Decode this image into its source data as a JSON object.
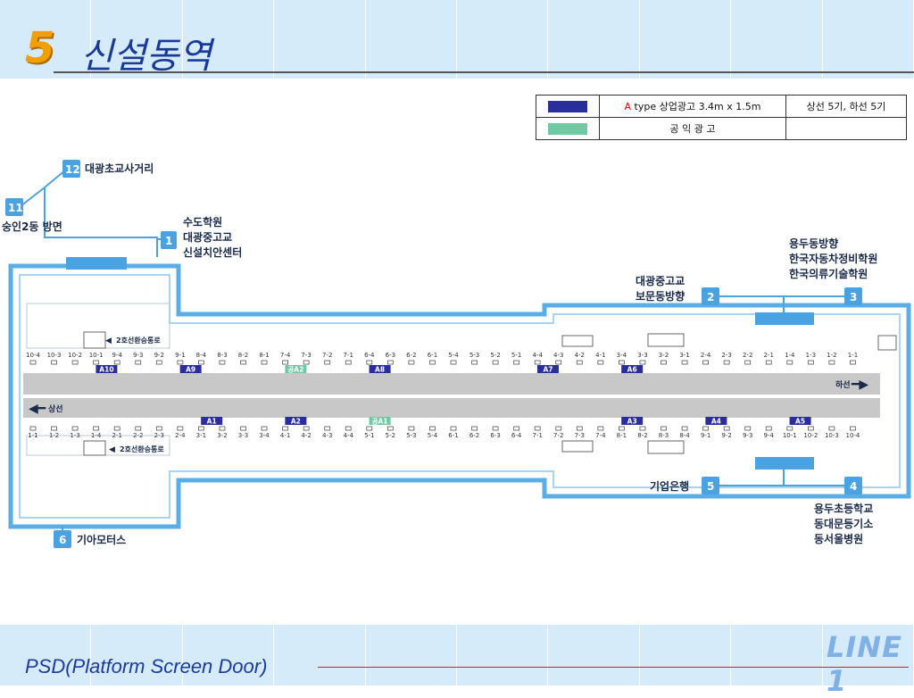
{
  "header": {
    "number": "5",
    "title": "신설동역"
  },
  "footer": {
    "title": "PSD(Platform Screen Door)",
    "logo": "LINE 1"
  },
  "legend": {
    "rows": [
      {
        "color": "#2a2e9c",
        "prefix": "A",
        "prefix_rest": " type",
        "label": " 상업광고 3.4m x 1.5m",
        "note": "상선 5기, 하선 5기"
      },
      {
        "color": "#6fcaa3",
        "label": "공 익 광 고",
        "note": ""
      }
    ]
  },
  "exits": [
    {
      "num": "12",
      "lines": [
        "대광초교사거리"
      ]
    },
    {
      "num": "11",
      "lines": [
        "숭인2동 방면"
      ]
    },
    {
      "num": "1",
      "lines": [
        "수도학원",
        "대광중고교",
        "신설치안센터"
      ]
    },
    {
      "num": "2",
      "lines": [
        "대광중고교",
        "보문동방향"
      ]
    },
    {
      "num": "3",
      "lines": [
        "용두동방향",
        "한국자동차정비학원",
        "한국의류기술학원"
      ]
    },
    {
      "num": "4",
      "lines": [
        "용두초등학교",
        "동대문등기소",
        "동서울병원"
      ]
    },
    {
      "num": "5",
      "lines": [
        "기업은행"
      ]
    },
    {
      "num": "6",
      "lines": [
        "기아모터스"
      ]
    }
  ],
  "platform": {
    "transfer_label": "2호선환승통로",
    "up_label": "상선",
    "down_label": "하선",
    "top_doors": [
      "10-4",
      "10-3",
      "10-2",
      "10-1",
      "9-4",
      "9-3",
      "9-2",
      "9-1",
      "8-4",
      "8-3",
      "8-2",
      "8-1",
      "7-4",
      "7-3",
      "7-2",
      "7-1",
      "6-4",
      "6-3",
      "6-2",
      "6-1",
      "5-4",
      "5-3",
      "5-2",
      "5-1",
      "4-4",
      "4-3",
      "4-2",
      "4-1",
      "3-4",
      "3-3",
      "3-2",
      "3-1",
      "2-4",
      "2-3",
      "2-2",
      "2-1",
      "1-4",
      "1-3",
      "1-2",
      "1-1"
    ],
    "bottom_doors": [
      "1-1",
      "1-2",
      "1-3",
      "1-4",
      "2-1",
      "2-2",
      "2-3",
      "2-4",
      "3-1",
      "3-2",
      "3-3",
      "3-4",
      "4-1",
      "4-2",
      "4-3",
      "4-4",
      "5-1",
      "5-2",
      "5-3",
      "5-4",
      "6-1",
      "6-2",
      "6-3",
      "6-4",
      "7-1",
      "7-2",
      "7-3",
      "7-4",
      "8-1",
      "8-2",
      "8-3",
      "8-4",
      "9-1",
      "9-2",
      "9-3",
      "9-4",
      "10-1",
      "10-2",
      "10-3",
      "10-4"
    ],
    "top_ads": [
      {
        "label": "A10",
        "slot": 3,
        "kind": "commercial"
      },
      {
        "label": "A9",
        "slot": 7,
        "kind": "commercial"
      },
      {
        "label": "공A2",
        "slot": 12,
        "kind": "public"
      },
      {
        "label": "A8",
        "slot": 16,
        "kind": "commercial"
      },
      {
        "label": "A7",
        "slot": 24,
        "kind": "commercial"
      },
      {
        "label": "A6",
        "slot": 28,
        "kind": "commercial"
      }
    ],
    "bottom_ads": [
      {
        "label": "A1",
        "slot": 8,
        "kind": "commercial"
      },
      {
        "label": "A2",
        "slot": 12,
        "kind": "commercial"
      },
      {
        "label": "공A1",
        "slot": 16,
        "kind": "public"
      },
      {
        "label": "A3",
        "slot": 28,
        "kind": "commercial"
      },
      {
        "label": "A4",
        "slot": 32,
        "kind": "commercial"
      },
      {
        "label": "A5",
        "slot": 36,
        "kind": "commercial"
      }
    ]
  }
}
